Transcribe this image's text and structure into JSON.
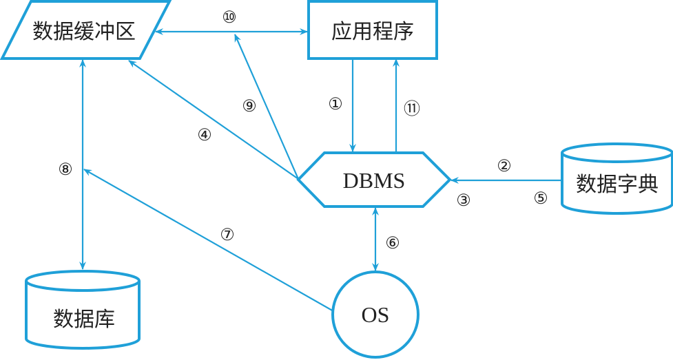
{
  "colors": {
    "stroke": "#1fa0d8",
    "text": "#222222"
  },
  "nodes": {
    "buffer": "数据缓冲区",
    "application": "应用程序",
    "dbms": "DBMS",
    "dictionary": "数据字典",
    "os": "OS",
    "database": "数据库"
  },
  "labels": {
    "l1": "①",
    "l2": "②",
    "l3": "③",
    "l4": "④",
    "l5": "⑤",
    "l6": "⑥",
    "l7": "⑦",
    "l8": "⑧",
    "l9": "⑨",
    "l10": "⑩",
    "l11": "⑪"
  }
}
